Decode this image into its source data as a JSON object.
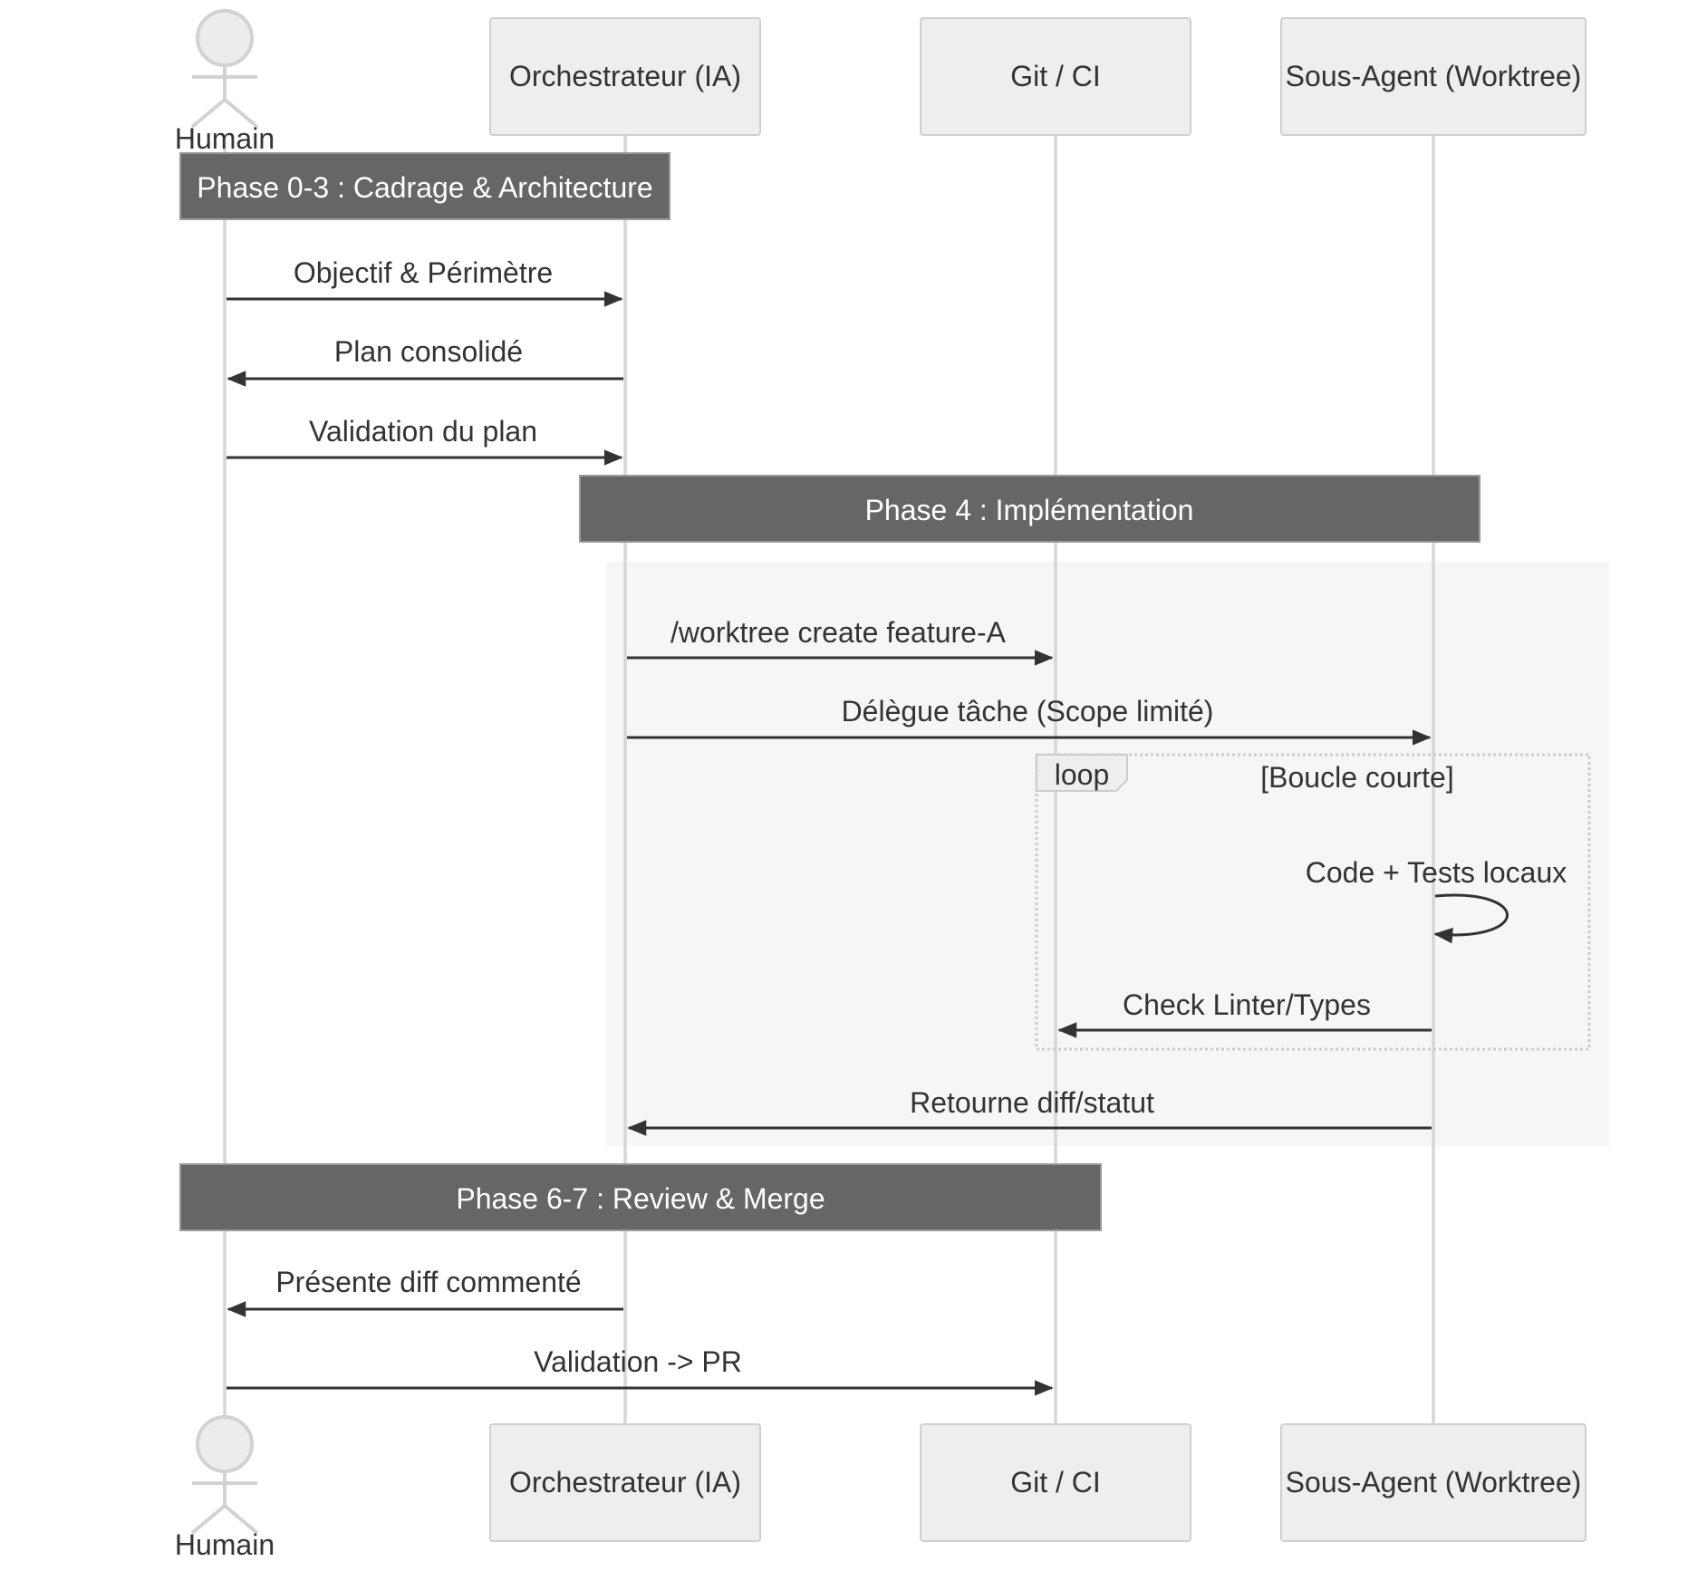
{
  "participants": [
    {
      "id": "humain",
      "label": "Humain",
      "type": "actor"
    },
    {
      "id": "orch",
      "label": "Orchestrateur (IA)",
      "type": "participant"
    },
    {
      "id": "git",
      "label": "Git / CI",
      "type": "participant"
    },
    {
      "id": "agent",
      "label": "Sous-Agent (Worktree)",
      "type": "participant"
    }
  ],
  "notes": [
    {
      "label": "Phase 0-3 : Cadrage & Architecture",
      "over": [
        "humain",
        "orch"
      ]
    },
    {
      "label": "Phase 4 : Implémentation",
      "over": [
        "orch",
        "agent"
      ]
    },
    {
      "label": "Phase 6-7 : Review & Merge",
      "over": [
        "humain",
        "git"
      ]
    }
  ],
  "messages": [
    {
      "from": "humain",
      "to": "orch",
      "label": "Objectif & Périmètre"
    },
    {
      "from": "orch",
      "to": "humain",
      "label": "Plan consolidé"
    },
    {
      "from": "humain",
      "to": "orch",
      "label": "Validation du plan"
    },
    {
      "from": "orch",
      "to": "git",
      "label": "/worktree create feature-A"
    },
    {
      "from": "orch",
      "to": "agent",
      "label": "Délègue tâche (Scope limité)"
    },
    {
      "from": "agent",
      "to": "agent",
      "label": "Code + Tests locaux"
    },
    {
      "from": "agent",
      "to": "git",
      "label": "Check Linter/Types"
    },
    {
      "from": "agent",
      "to": "orch",
      "label": "Retourne diff/statut"
    },
    {
      "from": "orch",
      "to": "humain",
      "label": "Présente diff commenté"
    },
    {
      "from": "humain",
      "to": "git",
      "label": "Validation -> PR"
    }
  ],
  "loop": {
    "tag": "loop",
    "condition": "[Boucle courte]"
  },
  "colors": {
    "note_fill": "#666666",
    "actor_fill": "#eeeeee",
    "lifeline": "#d6d6d6",
    "arrow": "#333333",
    "highlight_bg": "#f6f6f6"
  }
}
